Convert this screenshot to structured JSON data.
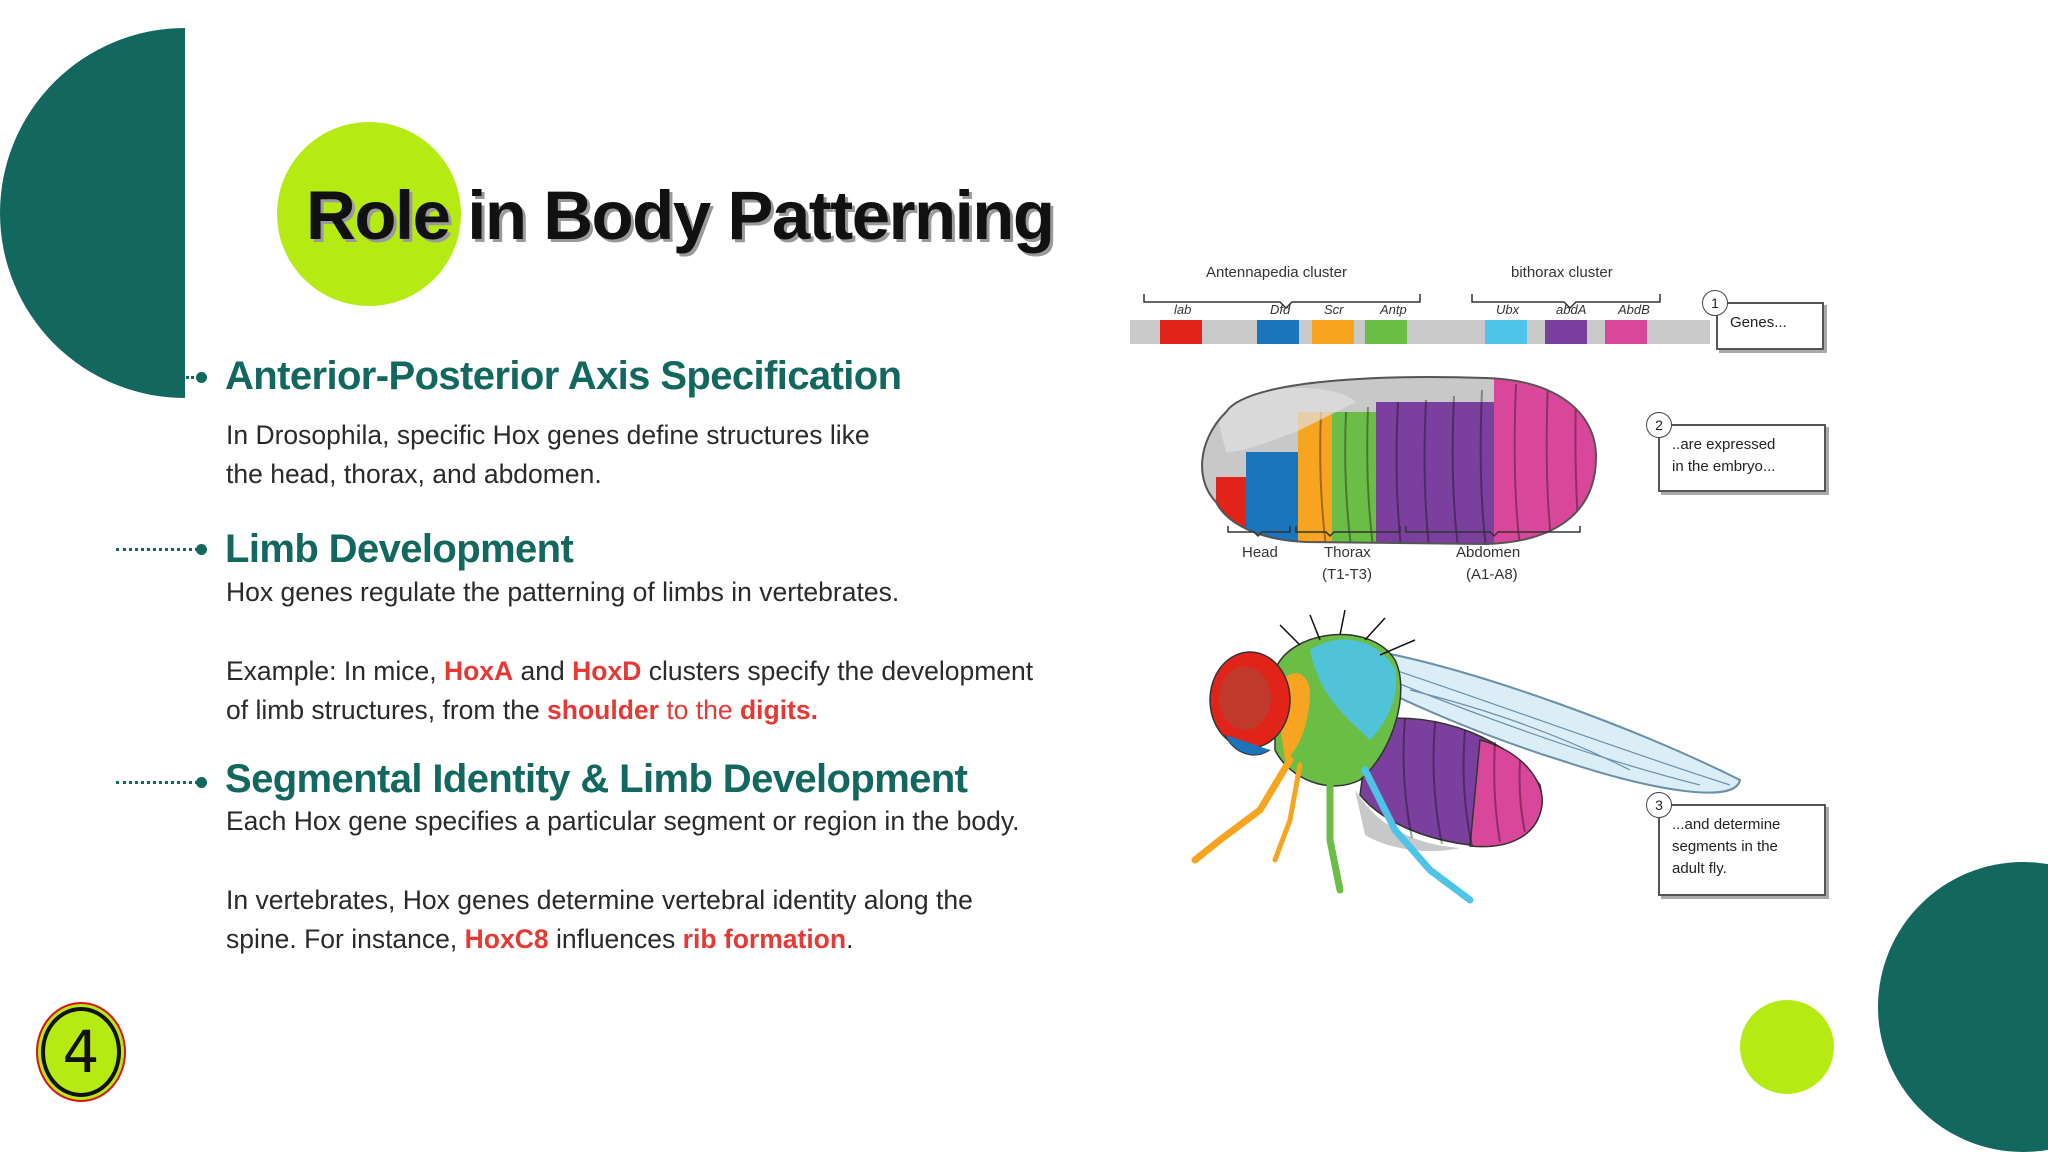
{
  "title": {
    "highlight": "Role",
    "rest": "in Body Patterning"
  },
  "sections": [
    {
      "heading": "Anterior-Posterior Axis Specification",
      "line1": "In Drosophila, specific Hox genes define structures like",
      "line2": "the head, thorax, and abdomen."
    },
    {
      "heading": "Limb Development",
      "line1": "Hox genes regulate the patterning of limbs in vertebrates.",
      "ex_prefix": "Example: In mice, ",
      "ex_hoxa": "HoxA",
      "ex_and": " and ",
      "ex_hoxd": "HoxD",
      "ex_suffix": " clusters specify the development",
      "ex2_prefix": "of limb structures, from the ",
      "ex2_shoulder": "shoulder",
      "ex2_to": " to the ",
      "ex2_digits": "digits."
    },
    {
      "heading": "Segmental Identity & Limb Development",
      "line1": "Each Hox gene specifies a particular segment or region in the body.",
      "line2": "In vertebrates, Hox genes determine vertebral identity along the",
      "l3_prefix": "spine. For instance, ",
      "l3_hox": "HoxC8",
      "l3_mid": " influences ",
      "l3_rib": "rib formation",
      "l3_end": "."
    }
  ],
  "page_number": "4",
  "figure": {
    "clusters": [
      "Antennapedia cluster",
      "bithorax cluster"
    ],
    "genes": [
      "lab",
      "Dfd",
      "Scr",
      "Antp",
      "Ubx",
      "abdA",
      "AbdB"
    ],
    "gene_colors": [
      "#e2231a",
      "#1b75bc",
      "#f7a521",
      "#6abd45",
      "#4fc3e8",
      "#7b3f9e",
      "#d9479a"
    ],
    "regions": [
      "Head",
      "Thorax",
      "(T1-T3)",
      "Abdomen",
      "(A1-A8)"
    ],
    "callouts": [
      {
        "num": "1",
        "lines": [
          "Genes..."
        ]
      },
      {
        "num": "2",
        "lines": [
          "..are expressed",
          "in the embryo..."
        ]
      },
      {
        "num": "3",
        "lines": [
          "...and determine",
          "segments in the",
          "adult fly."
        ]
      }
    ]
  }
}
